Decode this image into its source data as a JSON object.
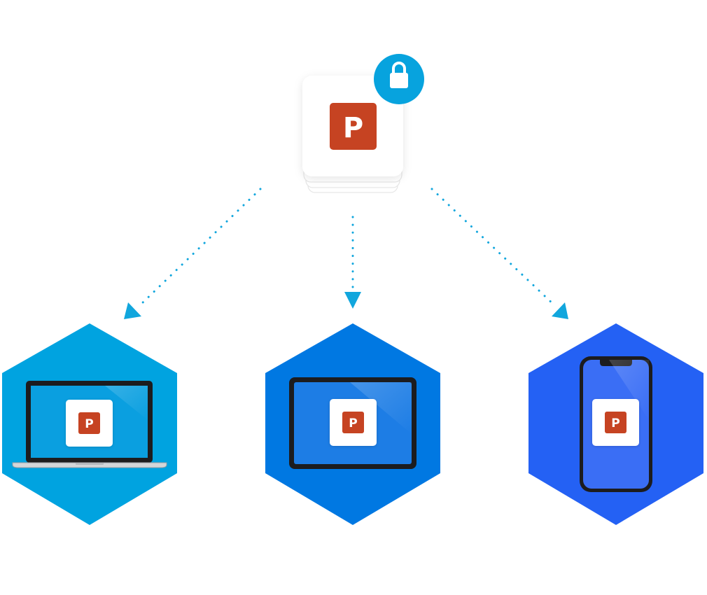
{
  "file_icon": {
    "letter": "P",
    "color": "#C64322",
    "icon": "powerpoint-file-icon"
  },
  "lock_badge": {
    "icon": "lock-icon",
    "color": "#07A3DE"
  },
  "arrows": {
    "color": "#11A6DD"
  },
  "devices": [
    {
      "name": "laptop",
      "icon": "laptop-icon",
      "hex_color": "#00A3E0",
      "letter": "P"
    },
    {
      "name": "tablet",
      "icon": "tablet-icon",
      "hex_color": "#0078E2",
      "letter": "P"
    },
    {
      "name": "phone",
      "icon": "phone-icon",
      "hex_color": "#2461F4",
      "letter": "P"
    }
  ]
}
